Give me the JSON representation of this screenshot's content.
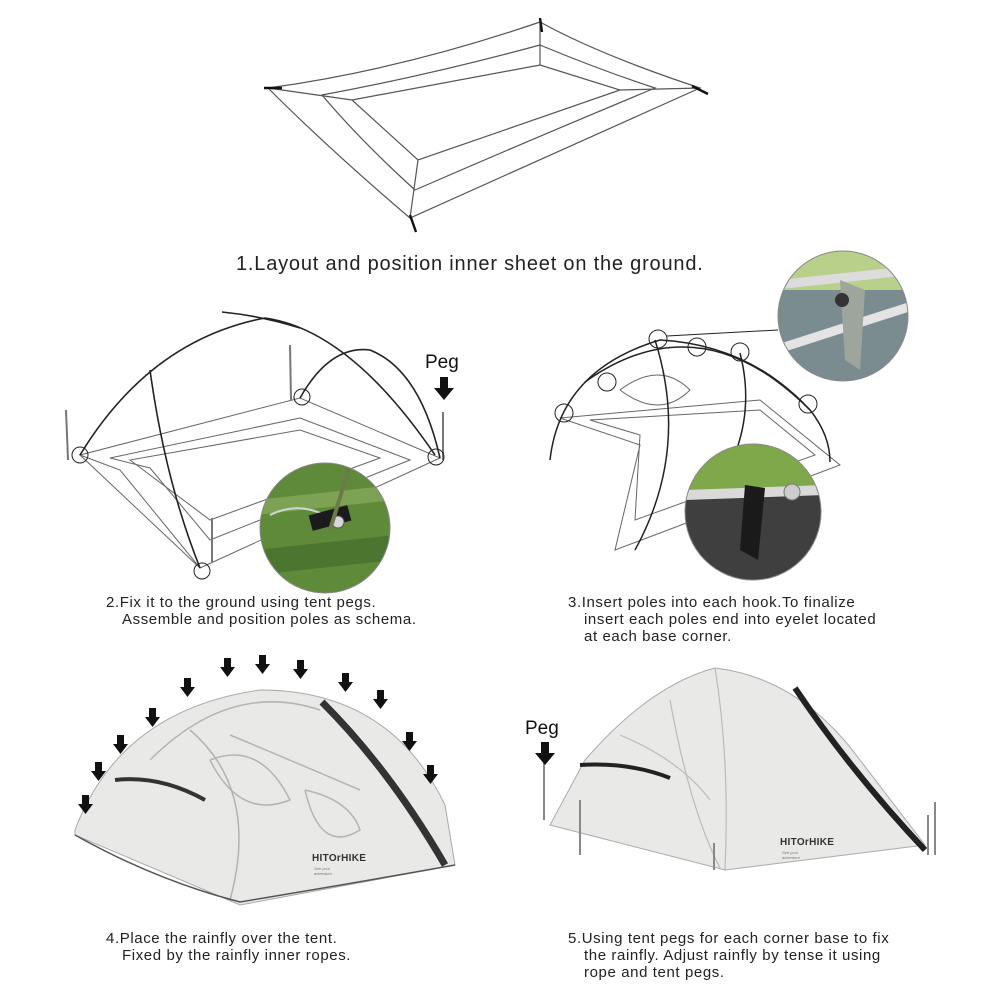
{
  "steps": [
    {
      "number": "1",
      "lines": [
        "1.Layout and position inner sheet on the ground."
      ]
    },
    {
      "number": "2",
      "lines": [
        "2.Fix it to the ground using tent pegs.",
        "Assemble and position poles as schema."
      ]
    },
    {
      "number": "3",
      "lines": [
        "3.Insert poles into each hook.To finalize",
        "insert each poles end into eyelet located",
        "at each base corner."
      ]
    },
    {
      "number": "4",
      "lines": [
        "4.Place the rainfly over the tent.",
        "Fixed by the rainfly inner ropes."
      ]
    },
    {
      "number": "5",
      "lines": [
        "5.Using tent pegs for each corner base to fix",
        "the rainfly. Adjust rainfly by tense it using",
        "rope and tent pegs."
      ]
    }
  ],
  "labels": {
    "peg_step2": "Peg",
    "peg_step5": "Peg"
  },
  "brand": {
    "name": "HITOrHIKE",
    "tagline": "See your adventure"
  },
  "colors": {
    "line": "#555555",
    "pole": "#222222",
    "fly": "#e9e9e7",
    "grass": "#5f8a3a"
  }
}
